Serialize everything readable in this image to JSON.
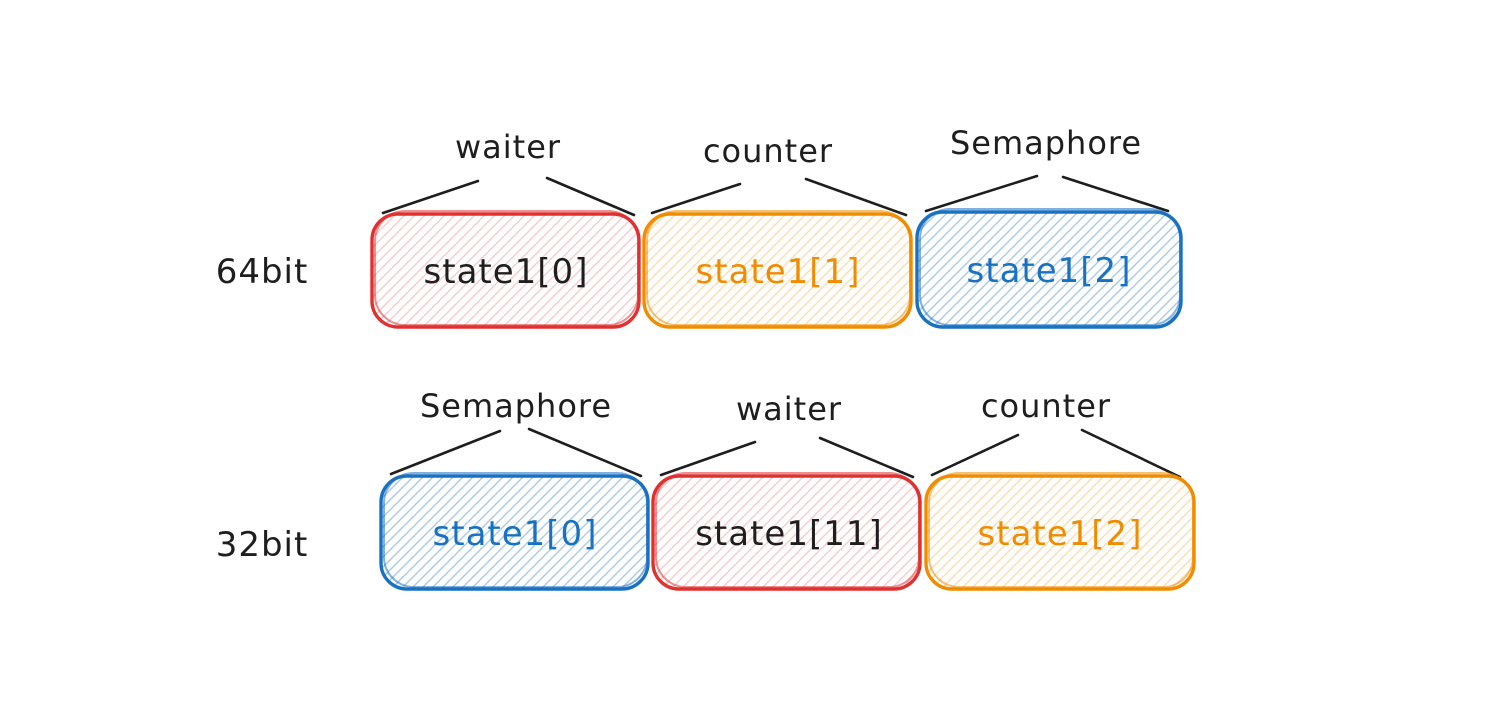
{
  "diagram": {
    "background": "#ffffff",
    "palette": {
      "red": "#e03131",
      "orange": "#f08c00",
      "blue": "#1971c2",
      "ink": "#1e1e1e"
    },
    "rows": [
      {
        "label": "64bit",
        "cells": [
          {
            "field": "waiter",
            "value": "state1[0]",
            "box_color": "#e03131",
            "value_color": "#1e1e1e"
          },
          {
            "field": "counter",
            "value": "state1[1]",
            "box_color": "#f08c00",
            "value_color": "#f08c00"
          },
          {
            "field": "Semaphore",
            "value": "state1[2]",
            "box_color": "#1971c2",
            "value_color": "#1971c2"
          }
        ]
      },
      {
        "label": "32bit",
        "cells": [
          {
            "field": "Semaphore",
            "value": "state1[0]",
            "box_color": "#1971c2",
            "value_color": "#1971c2"
          },
          {
            "field": "waiter",
            "value": "state1[11]",
            "box_color": "#e03131",
            "value_color": "#1e1e1e"
          },
          {
            "field": "counter",
            "value": "state1[2]",
            "box_color": "#f08c00",
            "value_color": "#f08c00"
          }
        ]
      }
    ]
  }
}
